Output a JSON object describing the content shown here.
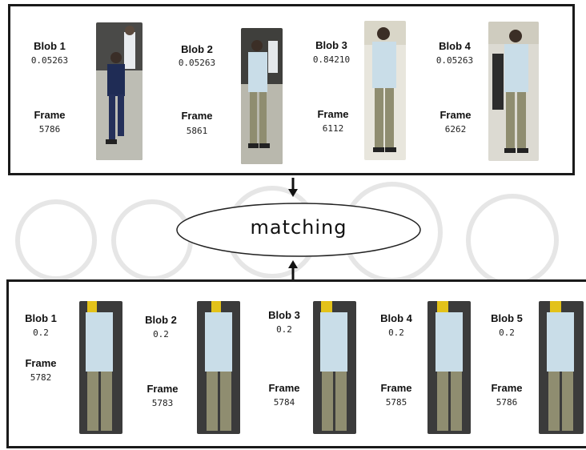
{
  "top_blobs": [
    {
      "blob": "Blob 1",
      "score": "0.05263",
      "frame_label": "Frame",
      "frame": "5786"
    },
    {
      "blob": "Blob 2",
      "score": "0.05263",
      "frame_label": "Frame",
      "frame": "5861"
    },
    {
      "blob": "Blob 3",
      "score": "0.84210",
      "frame_label": "Frame",
      "frame": "6112"
    },
    {
      "blob": "Blob 4",
      "score": "0.05263",
      "frame_label": "Frame",
      "frame": "6262"
    }
  ],
  "matching": {
    "label": "matching"
  },
  "bottom_blobs": [
    {
      "blob": "Blob 1",
      "score": "0.2",
      "frame_label": "Frame",
      "frame": "5782"
    },
    {
      "blob": "Blob 2",
      "score": "0.2",
      "frame_label": "Frame",
      "frame": "5783"
    },
    {
      "blob": "Blob 3",
      "score": "0.2",
      "frame_label": "Frame",
      "frame": "5784"
    },
    {
      "blob": "Blob 4",
      "score": "0.2",
      "frame_label": "Frame",
      "frame": "5785"
    },
    {
      "blob": "Blob 5",
      "score": "0.2",
      "frame_label": "Frame",
      "frame": "5786"
    }
  ],
  "colors": {
    "border": "#1a1a1a",
    "shirt": "#c9dde8",
    "pants": "#8f8d70",
    "background_dark": "#3b3b3b",
    "yellow_patch": "#e3c21a"
  }
}
